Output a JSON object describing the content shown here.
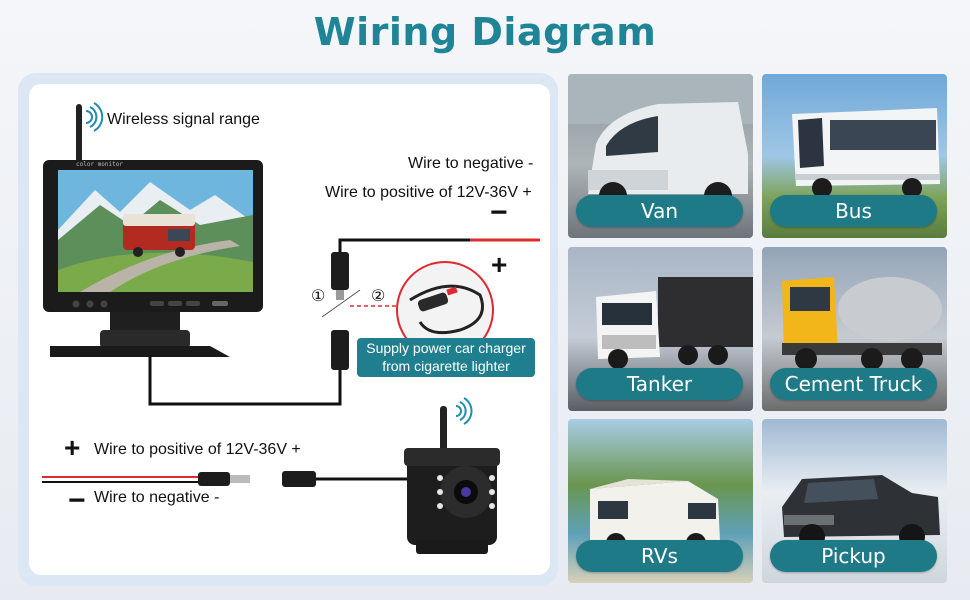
{
  "title": "Wiring Diagram",
  "monitor": {
    "wireless_label": "Wireless signal range",
    "brand_text": "color monitor",
    "wire_negative": "Wire to negative -",
    "wire_positive": "Wire to positive of 12V-36V +",
    "minus_sign": "−",
    "plus_sign": "+",
    "option_1": "①",
    "option_2": "②",
    "charger_line1": "Supply power car charger",
    "charger_line2": "from cigarette lighter"
  },
  "camera": {
    "plus_sign": "+",
    "minus_sign": "−",
    "wire_positive": "Wire to positive of 12V-36V +",
    "wire_negative": "Wire to negative -"
  },
  "vehicles": [
    {
      "label": "Van",
      "icon": "van-icon"
    },
    {
      "label": "Bus",
      "icon": "bus-icon"
    },
    {
      "label": "Tanker",
      "icon": "tanker-truck-icon"
    },
    {
      "label": "Cement Truck",
      "icon": "cement-truck-icon"
    },
    {
      "label": "RVs",
      "icon": "rv-icon"
    },
    {
      "label": "Pickup",
      "icon": "pickup-truck-icon"
    }
  ],
  "colors": {
    "title": "#1f8596",
    "pill": "#1f7a88",
    "charger_box": "#1f7f8e",
    "wire_red": "#e0282f",
    "panel_border": "#dbe7f4"
  }
}
